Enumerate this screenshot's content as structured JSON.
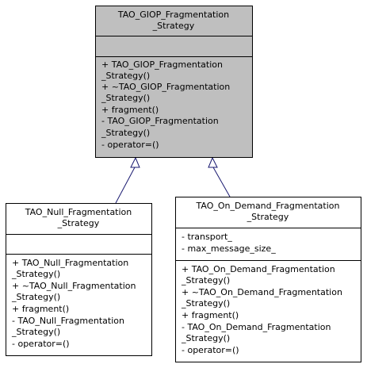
{
  "classes": {
    "base": {
      "name_lines": [
        "TAO_GIOP_Fragmentation",
        "_Strategy"
      ],
      "attributes": [],
      "methods": [
        "+ TAO_GIOP_Fragmentation",
        "_Strategy()",
        "+ ~TAO_GIOP_Fragmentation",
        "_Strategy()",
        "+ fragment()",
        "- TAO_GIOP_Fragmentation",
        "_Strategy()",
        "- operator=()"
      ]
    },
    "null_strategy": {
      "name_lines": [
        "TAO_Null_Fragmentation",
        "_Strategy"
      ],
      "attributes": [],
      "methods": [
        "+ TAO_Null_Fragmentation",
        "_Strategy()",
        "+ ~TAO_Null_Fragmentation",
        "_Strategy()",
        "+ fragment()",
        "- TAO_Null_Fragmentation",
        "_Strategy()",
        "- operator=()"
      ]
    },
    "on_demand_strategy": {
      "name_lines": [
        "TAO_On_Demand_Fragmentation",
        "_Strategy"
      ],
      "attributes": [
        "- transport_",
        "- max_message_size_"
      ],
      "methods": [
        "+ TAO_On_Demand_Fragmentation",
        "_Strategy()",
        "+ ~TAO_On_Demand_Fragmentation",
        "_Strategy()",
        "+ fragment()",
        "- TAO_On_Demand_Fragmentation",
        "_Strategy()",
        "- operator=()"
      ]
    }
  },
  "relations": [
    {
      "from": "null_strategy",
      "to": "base",
      "type": "inheritance"
    },
    {
      "from": "on_demand_strategy",
      "to": "base",
      "type": "inheritance"
    }
  ],
  "colors": {
    "base_fill": "#bfbfbf",
    "box_fill": "#ffffff",
    "border": "#000000",
    "edge": "#191970"
  }
}
